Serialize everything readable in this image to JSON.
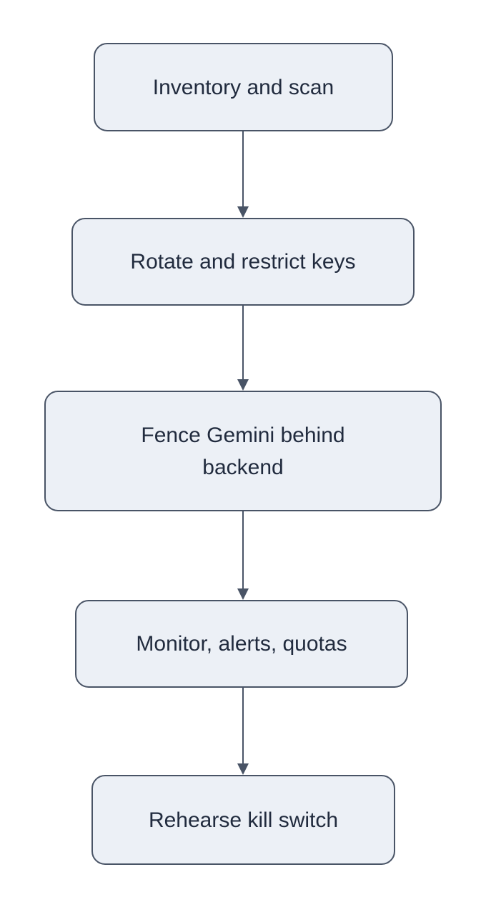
{
  "diagram": {
    "type": "flowchart",
    "direction": "top-down",
    "colors": {
      "background": "#FFFFFF",
      "node_fill": "#ECF0F6",
      "node_border": "#495466",
      "text": "#212B3E",
      "arrow": "#495466"
    },
    "nodes": [
      {
        "id": "n1",
        "label": "Inventory and scan"
      },
      {
        "id": "n2",
        "label": "Rotate and restrict keys"
      },
      {
        "id": "n3",
        "label": "Fence Gemini behind\nbackend"
      },
      {
        "id": "n4",
        "label": "Monitor, alerts, quotas"
      },
      {
        "id": "n5",
        "label": "Rehearse kill switch"
      }
    ],
    "edges": [
      {
        "from": "n1",
        "to": "n2",
        "style": "arrow-down"
      },
      {
        "from": "n2",
        "to": "n3",
        "style": "arrow-down"
      },
      {
        "from": "n3",
        "to": "n4",
        "style": "arrow-down"
      },
      {
        "from": "n4",
        "to": "n5",
        "style": "arrow-down"
      }
    ]
  }
}
